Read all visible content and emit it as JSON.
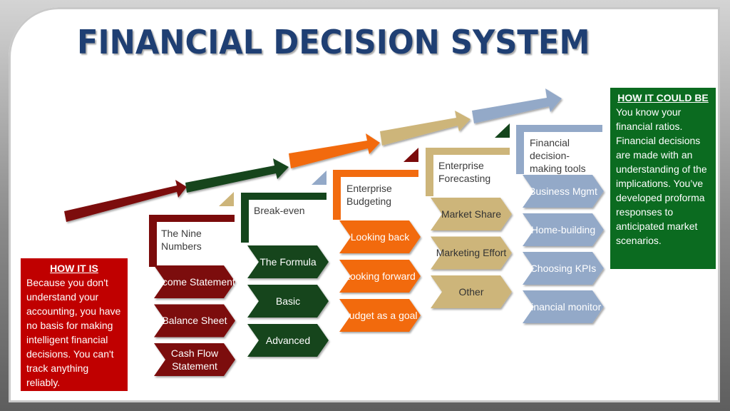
{
  "title": "FINANCIAL DECISION SYSTEM",
  "colors": {
    "dark_red": "#7b0b0b",
    "dark_green": "#14451c",
    "orange": "#f26b0f",
    "tan": "#cdb57a",
    "steel_blue": "#93a9c8",
    "title_blue": "#1f3f73",
    "red_box": "#c00000",
    "green_box": "#0b6b20"
  },
  "how_it_is": {
    "heading": "HOW IT IS",
    "text": "Because you don't understand your accounting, you have no basis for making intelligent financial decisions. You can't track anything reliably."
  },
  "how_it_could_be": {
    "heading": "HOW IT COULD BE",
    "text": "You know your financial ratios. Financial decisions are made with an understanding of the implications. You’ve developed proforma responses to anticipated market scenarios."
  },
  "stages": [
    {
      "label": "The Nine Numbers",
      "items": [
        "Income Statement",
        "Balance Sheet",
        "Cash Flow Statement"
      ]
    },
    {
      "label": "Break-even",
      "items": [
        "The Formula",
        "Basic",
        "Advanced"
      ]
    },
    {
      "label": "Enterprise Budgeting",
      "items": [
        "Looking back",
        "Looking forward",
        "Budget as a goal"
      ]
    },
    {
      "label": "Enterprise Forecasting",
      "items": [
        "Market Share",
        "Marketing Effort",
        "Other"
      ]
    },
    {
      "label": "Financial decision-making tools",
      "items": [
        "Business Mgmt",
        "Home-building",
        "Choosing KPIs",
        "Financial monitor"
      ]
    }
  ]
}
